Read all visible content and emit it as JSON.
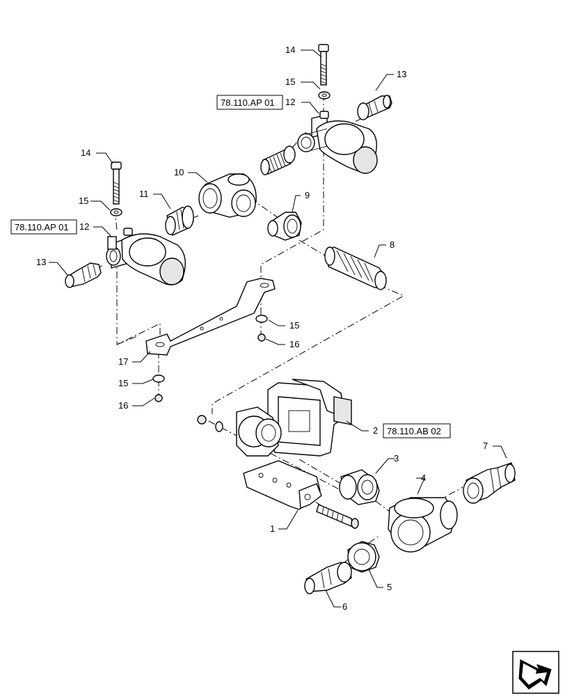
{
  "diagram": {
    "part_numbers": [
      "1",
      "2",
      "3",
      "4",
      "5",
      "6",
      "7",
      "8",
      "9",
      "10",
      "11",
      "12",
      "12",
      "13",
      "13",
      "14",
      "14",
      "15",
      "15",
      "15",
      "15",
      "16",
      "16",
      "17"
    ],
    "references": [
      "78.110.AP 01",
      "78.110.AP 01",
      "78.110.AB 02"
    ],
    "nav_icon": "next-page-arrow-icon"
  }
}
